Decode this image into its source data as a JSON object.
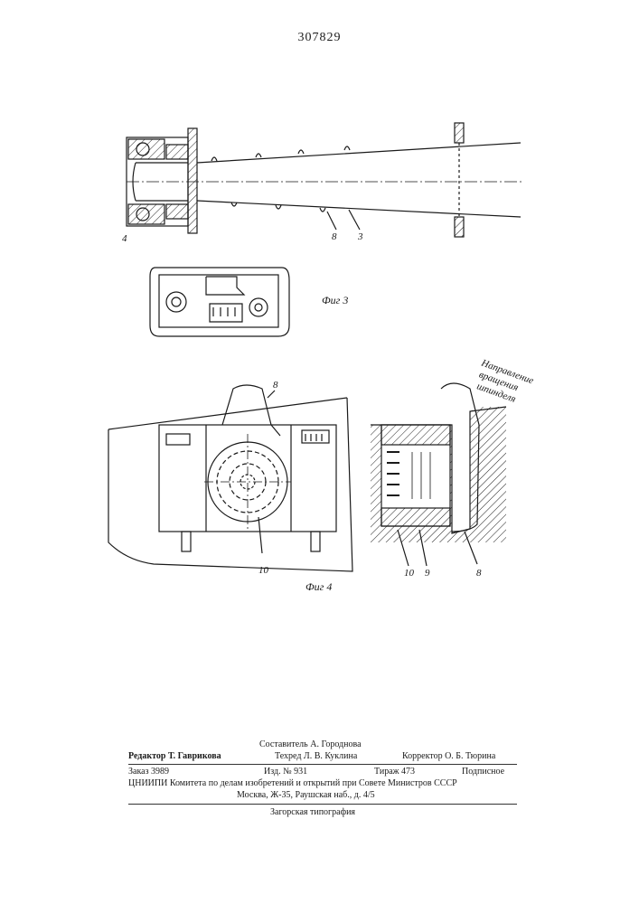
{
  "page": {
    "patent_number": "307829"
  },
  "figure3": {
    "caption": "Фиг 3",
    "labels": [
      "4",
      "8",
      "3"
    ]
  },
  "figure4": {
    "caption": "Фиг 4",
    "labels": [
      "8",
      "10",
      "10",
      "9",
      "8"
    ],
    "annotation_lines": [
      "Направление",
      "вращения",
      "шпинделя"
    ]
  },
  "colophon": {
    "compiler": "Составитель А. Городнова",
    "editor": "Редактор Т. Гаврикова",
    "tech_editor": "Техред Л. В. Куклина",
    "corrector": "Корректор О. Б. Тюрина",
    "order": "Заказ 3989",
    "edition": "Изд. № 931",
    "circulation": "Тираж 473",
    "subscription": "Подписное",
    "institute": "ЦНИИПИ Комитета по делам изобретений и открытий при Совете Министров СССР",
    "address": "Москва, Ж-35, Раушская наб., д. 4/5",
    "printer": "Загорская типография"
  }
}
